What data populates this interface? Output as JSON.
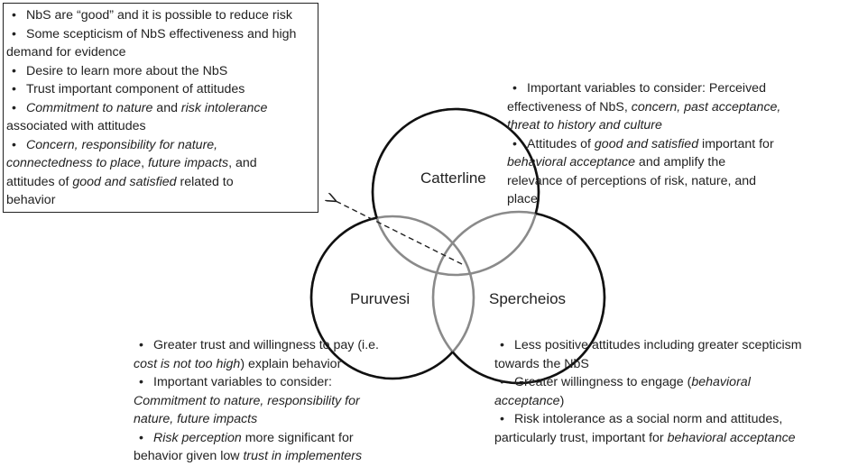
{
  "general_box": {
    "lines": [
      {
        "bullet": true,
        "parts": [
          {
            "t": "NbS are “good” and it is possible to reduce risk"
          }
        ]
      },
      {
        "bullet": true,
        "parts": [
          {
            "t": "Some scepticism of NbS effectiveness and high"
          }
        ]
      },
      {
        "bullet": false,
        "parts": [
          {
            "t": "demand for evidence"
          }
        ]
      },
      {
        "bullet": true,
        "parts": [
          {
            "t": "Desire to learn more about the NbS"
          }
        ]
      },
      {
        "bullet": true,
        "parts": [
          {
            "t": "Trust important component of attitudes"
          }
        ]
      },
      {
        "bullet": true,
        "parts": [
          {
            "t": "Commitment to nature",
            "i": true
          },
          {
            "t": " and "
          },
          {
            "t": "risk intolerance",
            "i": true
          }
        ]
      },
      {
        "bullet": false,
        "parts": [
          {
            "t": "associated with attitudes"
          }
        ]
      },
      {
        "bullet": true,
        "parts": [
          {
            "t": "Concern, responsibility for nature,",
            "i": true
          }
        ]
      },
      {
        "bullet": false,
        "parts": [
          {
            "t": "connectedness to place",
            "i": true
          },
          {
            "t": ", "
          },
          {
            "t": "future impacts",
            "i": true
          },
          {
            "t": ", and"
          }
        ]
      },
      {
        "bullet": false,
        "parts": [
          {
            "t": "attitudes of "
          },
          {
            "t": "good and satisfied",
            "i": true
          },
          {
            "t": " related to"
          }
        ]
      },
      {
        "bullet": false,
        "parts": [
          {
            "t": "behavior"
          }
        ]
      }
    ]
  },
  "circles": {
    "catterline": "Catterline",
    "puruvesi": "Puruvesi",
    "spercheios": "Spercheios"
  },
  "catterline_box": {
    "lines": [
      {
        "bullet": true,
        "parts": [
          {
            "t": "Important variables to consider: Perceived"
          }
        ]
      },
      {
        "bullet": false,
        "parts": [
          {
            "t": "effectiveness of NbS, "
          },
          {
            "t": "concern, past acceptance,",
            "i": true
          }
        ]
      },
      {
        "bullet": false,
        "parts": [
          {
            "t": "threat to history and culture",
            "i": true
          }
        ]
      },
      {
        "bullet": true,
        "parts": [
          {
            "t": "Attitudes of "
          },
          {
            "t": "good and satisfied",
            "i": true
          },
          {
            "t": " important for"
          }
        ]
      },
      {
        "bullet": false,
        "parts": [
          {
            "t": "behavioral acceptance",
            "i": true
          },
          {
            "t": " and amplify the"
          }
        ]
      },
      {
        "bullet": false,
        "parts": [
          {
            "t": "relevance of perceptions of risk, nature, and"
          }
        ]
      },
      {
        "bullet": false,
        "parts": [
          {
            "t": "place"
          }
        ]
      }
    ]
  },
  "puruvesi_box": {
    "lines": [
      {
        "bullet": true,
        "parts": [
          {
            "t": "Greater trust and willingness to pay (i.e."
          }
        ]
      },
      {
        "bullet": false,
        "parts": [
          {
            "t": "cost is not too high",
            "i": true
          },
          {
            "t": ") explain behavior"
          }
        ]
      },
      {
        "bullet": true,
        "parts": [
          {
            "t": "Important variables to consider:"
          }
        ]
      },
      {
        "bullet": false,
        "parts": [
          {
            "t": "Commitment to nature, responsibility for",
            "i": true
          }
        ]
      },
      {
        "bullet": false,
        "parts": [
          {
            "t": "nature, future impacts",
            "i": true
          }
        ]
      },
      {
        "bullet": true,
        "parts": [
          {
            "t": "Risk perception",
            "i": true
          },
          {
            "t": " more significant for"
          }
        ]
      },
      {
        "bullet": false,
        "parts": [
          {
            "t": "behavior given low "
          },
          {
            "t": "trust in implementers",
            "i": true
          }
        ]
      }
    ]
  },
  "spercheios_box": {
    "lines": [
      {
        "bullet": true,
        "parts": [
          {
            "t": "Less positive attitudes including greater scepticism"
          }
        ]
      },
      {
        "bullet": false,
        "parts": [
          {
            "t": "towards the NbS"
          }
        ]
      },
      {
        "bullet": true,
        "parts": [
          {
            "t": "Greater willingness to engage ("
          },
          {
            "t": "behavioral",
            "i": true
          }
        ]
      },
      {
        "bullet": false,
        "parts": [
          {
            "t": "acceptance",
            "i": true
          },
          {
            "t": ")"
          }
        ]
      },
      {
        "bullet": true,
        "parts": [
          {
            "t": "Risk intolerance as a social norm and attitudes,"
          }
        ]
      },
      {
        "bullet": false,
        "parts": [
          {
            "t": "particularly trust, important for "
          },
          {
            "t": "behavioral acceptance",
            "i": true
          }
        ]
      }
    ]
  }
}
